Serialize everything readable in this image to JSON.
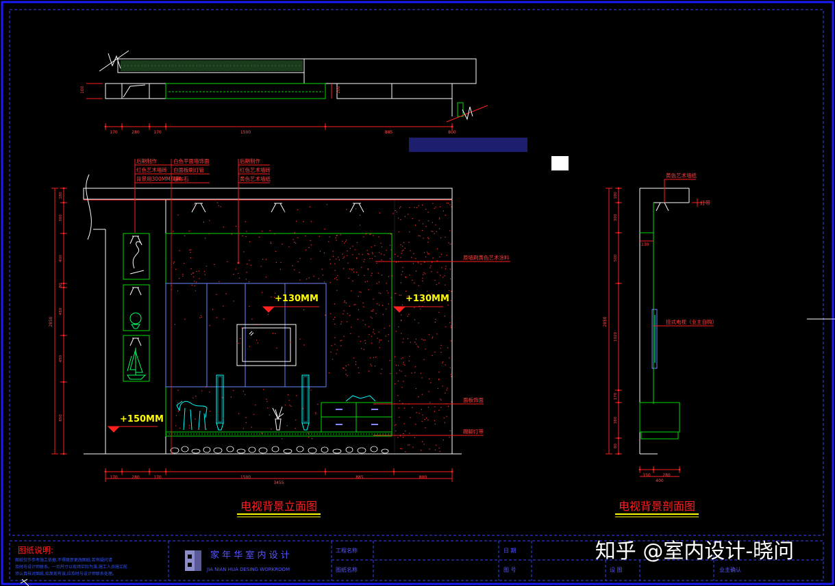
{
  "colors": {
    "background": "#000000",
    "frame": "#1a1aff",
    "outline": "#ffffff",
    "green": "#00dd00",
    "red": "#ff2020",
    "yellow": "#ffff00",
    "cyan": "#00ffff",
    "blue_line": "#6688ff",
    "highlight_bar": "#1e1e6e"
  },
  "icons": [
    "break-line-icon",
    "spotlight-icon",
    "horse-sculpture-icon",
    "vase-plant-icon",
    "sailboat-art-icon",
    "level-marker-icon",
    "company-logo-icon"
  ],
  "plan_dims": [
    "170",
    "280",
    "170",
    "1500",
    "885",
    "800"
  ],
  "elevation": {
    "title": "电视背景立面图",
    "callouts": {
      "left": [
        "后期制作",
        "红色艺术墙砖",
        "背景用300MM灰黑"
      ],
      "mid": [
        "白色平面墙饰面",
        "白面板刷灯管",
        "墙布石"
      ],
      "right": [
        "后期制作",
        "红色艺术墙砖",
        "黄色艺术墙纸"
      ]
    },
    "notes": [
      "原墙刷黄色艺术涂料",
      "面板饰面",
      "踢脚灯带"
    ],
    "levels": [
      "+130MM",
      "+130MM",
      "+150MM"
    ],
    "bottom_dims": [
      "170",
      "280",
      "170",
      "1500",
      "885",
      "800"
    ],
    "total_width": "3455",
    "left_dims": [
      "180",
      "300",
      "400",
      "80",
      "450",
      "450",
      "850"
    ],
    "total_height": "2850"
  },
  "section": {
    "title": "电视背景剖面图",
    "notes": [
      "黄色艺术墙纸",
      "灯带",
      "挂式电视（业主自购）"
    ],
    "offset_dim": "130",
    "left_dims": [
      "180",
      "300",
      "500",
      "1020",
      "170",
      "380",
      "80"
    ],
    "total_height": "2850",
    "bottom_dims": [
      "150",
      "280"
    ],
    "bottom_total": "400"
  },
  "title_block": {
    "notes_title": "图纸说明:",
    "notes_body": [
      "图纸仅作参考施工依据,不得随意更改图纸,若有疑问请",
      "及时与设计师联系。一切尺寸以现场实际为准,施工人员施工前",
      "须认真核对图纸,如发现有误,应及时与设计师联系处理。"
    ],
    "company_cn": "家 年 华 室 内 设 计",
    "company_en": "JIA NIAN HUA DESING WORKROOM",
    "project_name_label": "工程名称",
    "drawing_name_label": "图纸名称",
    "date_label": "日  期",
    "drawing_no_label": "图  号",
    "designer_label": "设  图",
    "owner_confirm_label": "业主确认"
  },
  "watermark": "知乎 @室内设计-晓问"
}
